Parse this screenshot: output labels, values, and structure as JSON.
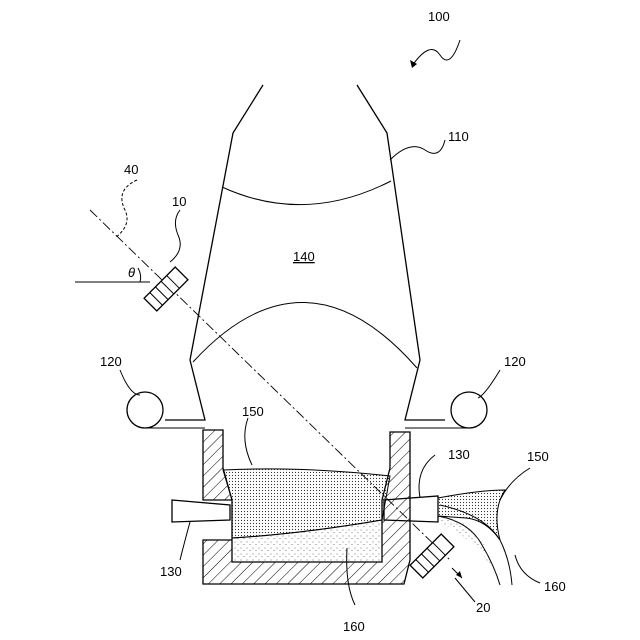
{
  "diagram": {
    "labels": {
      "furnace_assembly": "100",
      "shaft": "110",
      "tuyere_ring_left": "120",
      "tuyere_ring_right": "120",
      "tuyere_left": "130",
      "tuyere_right": "130",
      "burden": "140",
      "slag_inside": "150",
      "slag_outside": "150",
      "metal_inside": "160",
      "metal_outside": "160",
      "sensor_top": "10",
      "sensor_bottom": "20",
      "measurement_path": "40",
      "angle": "θ"
    }
  }
}
